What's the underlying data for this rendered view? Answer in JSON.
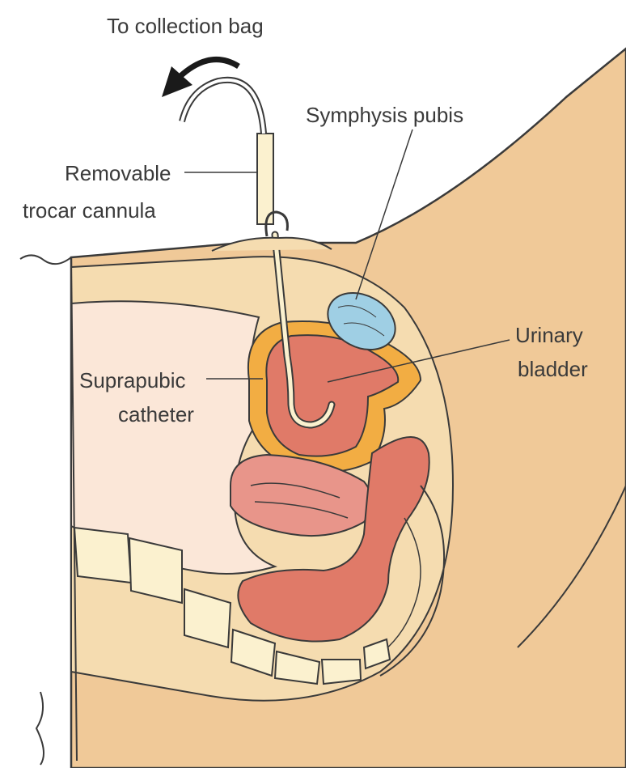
{
  "labels": {
    "collection_bag": "To collection bag",
    "symphysis_pubis": "Symphysis pubis",
    "trocar_line1": "Removable",
    "trocar_line2": "trocar cannula",
    "bladder_line1": "Urinary",
    "bladder_line2": "bladder",
    "catheter_line1": "Suprapubic",
    "catheter_line2": "catheter"
  },
  "colors": {
    "skin": "#f0c998",
    "skin_light": "#f5dcb0",
    "cavity": "#fbe7d8",
    "bladder": "#e07a68",
    "bladder_wall": "#f2ad43",
    "bone_blue": "#9fcfe4",
    "bowel": "#e07a68",
    "vertebra": "#fbf1cf",
    "outline": "#3a3a3a"
  }
}
